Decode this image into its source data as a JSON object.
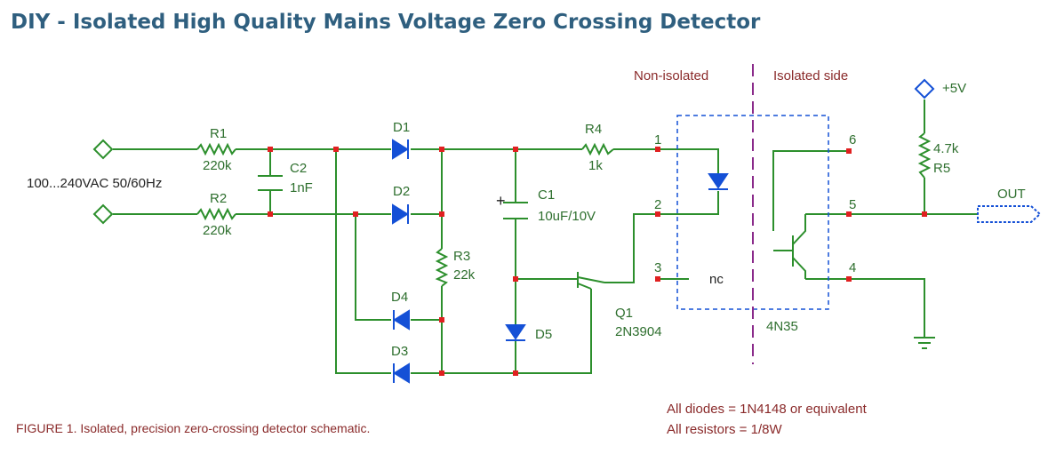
{
  "title": "DIY - Isolated High Quality Mains Voltage Zero Crossing Detector",
  "diagram": {
    "input_label": "100...240VAC 50/60Hz",
    "r1": {
      "name": "R1",
      "value": "220k"
    },
    "r2": {
      "name": "R2",
      "value": "220k"
    },
    "c2": {
      "name": "C2",
      "value": "1nF"
    },
    "d1": "D1",
    "d2": "D2",
    "d3": "D3",
    "d4": "D4",
    "d5": "D5",
    "r3": {
      "name": "R3",
      "value": "22k"
    },
    "c1": {
      "name": "C1",
      "value": "10uF/10V",
      "polarity": "+"
    },
    "r4": {
      "name": "R4",
      "value": "1k"
    },
    "q1": {
      "name": "Q1",
      "part": "2N3904"
    },
    "non_isolated": "Non-isolated",
    "isolated_side": "Isolated side",
    "pins": [
      "1",
      "2",
      "3",
      "4",
      "5",
      "6"
    ],
    "nc": "nc",
    "optocoupler": "4N35",
    "supply": "+5V",
    "r5": {
      "name": "R5",
      "value": "4.7k"
    },
    "out": "OUT",
    "note_diodes": "All diodes = 1N4148 or equivalent",
    "note_resistors": "All resistors = 1/8W",
    "caption": "FIGURE 1. Isolated, precision zero-crossing detector schematic."
  },
  "colors": {
    "wire": "#2c8f2c",
    "diode": "#1450d6",
    "node": "#e02020",
    "isolation_barrier": "#8a2a8a",
    "title": "#2f5f7f"
  }
}
